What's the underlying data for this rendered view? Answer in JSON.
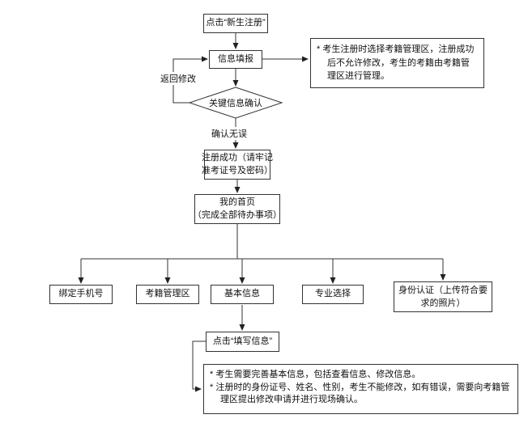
{
  "flowchart": {
    "start": "点击“新生注册”",
    "info_fill": "信息填报",
    "note_top": "* 考生注册时选择考籍管理区，注册成功后不允许修改，考生的考籍由考籍管理区进行管理。",
    "decision": "关键信息确认",
    "label_back": "返回修改",
    "label_confirm": "确认无误",
    "register_success": {
      "line1": "注册成功（请牢记",
      "line2": "准考证号及密码）"
    },
    "my_home": {
      "line1": "我的首页",
      "line2": "（完成全部待办事项）"
    },
    "tasks": [
      "绑定手机号",
      "考籍管理区",
      "基本信息",
      "专业选择",
      "身份认证（上传符合要求的照片）"
    ],
    "fill_info": "点击“填写信息”",
    "note_bottom": {
      "item1": "* 考生需要完善基本信息，包括查看信息、修改信息。",
      "item2": "* 注册时的身份证号、姓名、性别，考生不能修改，如有错误，需要向考籍管理区提出修改申请并进行现场确认。"
    }
  }
}
